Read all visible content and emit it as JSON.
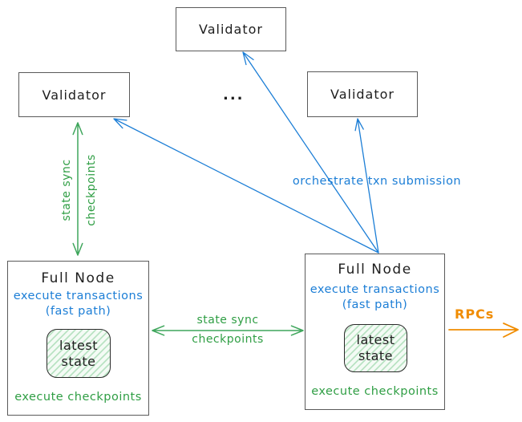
{
  "colors": {
    "blue": "#1c7ed6",
    "green": "#2f9e44",
    "arrow_green": "#3fa65c",
    "orange": "#f08c00",
    "box_border": "#5a5a5a",
    "text": "#1e1e1e",
    "state_hatch": "#b9e3c3"
  },
  "nodes": {
    "validator_top": {
      "label": "Validator"
    },
    "validator_left": {
      "label": "Validator"
    },
    "validator_right": {
      "label": "Validator"
    },
    "ellipsis": "...",
    "full_node_left": {
      "title": "Full Node",
      "blue_line1": "execute transactions",
      "blue_line2": "(fast path)",
      "state_line1": "latest",
      "state_line2": "state",
      "footer": "execute checkpoints"
    },
    "full_node_right": {
      "title": "Full Node",
      "blue_line1": "execute transactions",
      "blue_line2": "(fast path)",
      "state_line1": "latest",
      "state_line2": "state",
      "footer": "execute checkpoints"
    }
  },
  "edge_labels": {
    "vertical_state_sync_line1": "state sync",
    "vertical_state_sync_line2": "checkpoints",
    "horizontal_state_sync_line1": "state sync",
    "horizontal_state_sync_line2": "checkpoints",
    "orchestrate": "orchestrate txn submission",
    "rpcs": "RPCs"
  }
}
